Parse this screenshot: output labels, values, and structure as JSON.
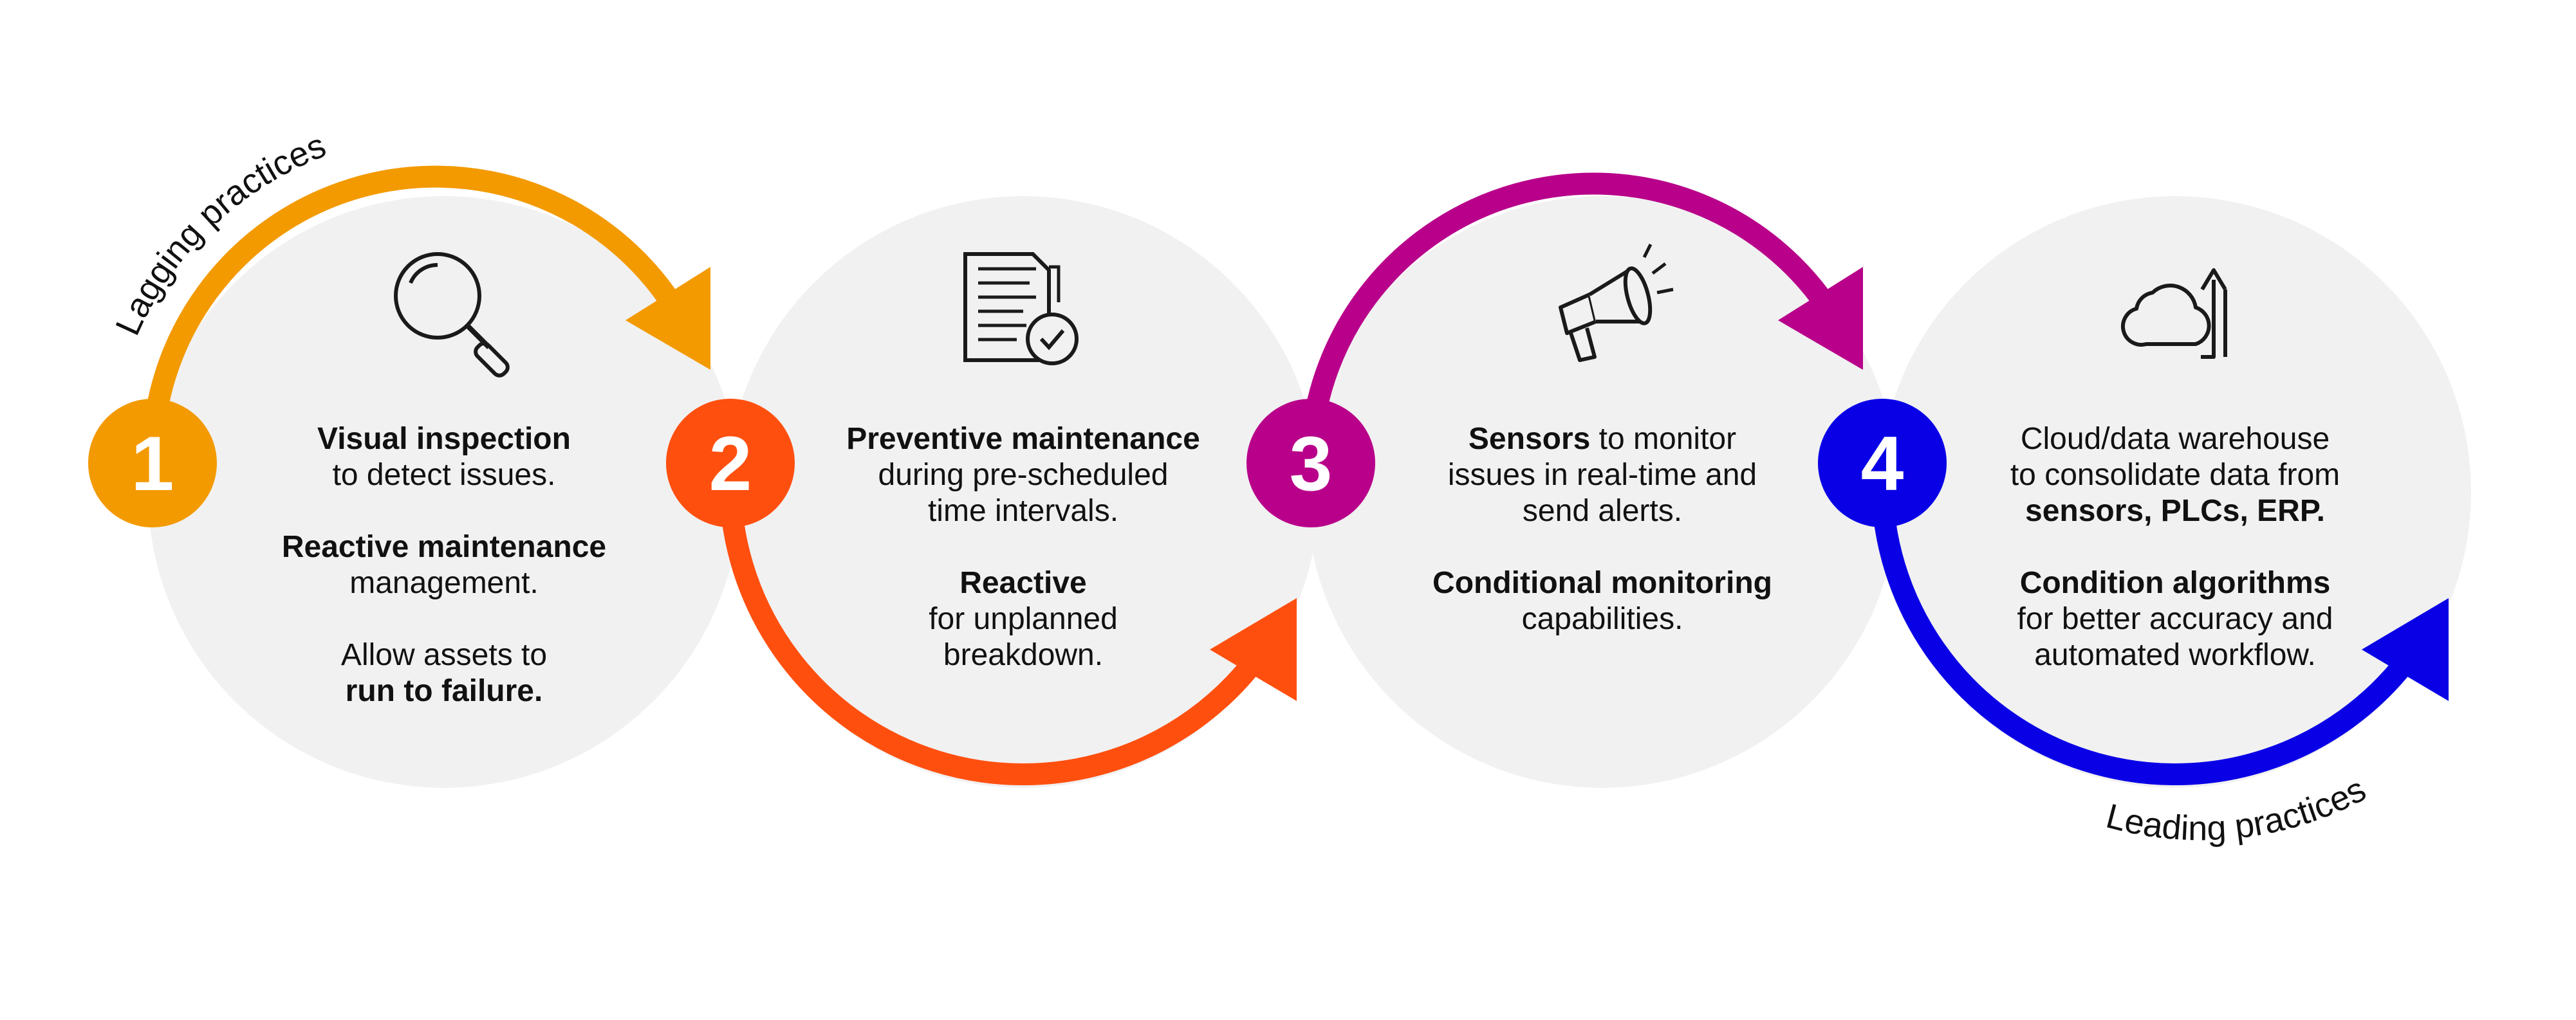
{
  "labels": {
    "lagging": "Lagging practices",
    "leading": "Leading practices"
  },
  "steps": [
    {
      "number": "1",
      "color": "#F39A00",
      "icon": "magnifying-glass-icon",
      "paragraphs": [
        [
          {
            "t": "Visual inspection",
            "b": true
          },
          {
            "br": true
          },
          {
            "t": "to detect issues.",
            "b": false
          }
        ],
        [
          {
            "t": "Reactive maintenance",
            "b": true
          },
          {
            "br": true
          },
          {
            "t": "management.",
            "b": false
          }
        ],
        [
          {
            "t": "Allow assets to",
            "b": false
          },
          {
            "br": true
          },
          {
            "t": "run to failure.",
            "b": true
          }
        ]
      ]
    },
    {
      "number": "2",
      "color": "#FF4F0F",
      "icon": "document-check-icon",
      "paragraphs": [
        [
          {
            "t": "Preventive maintenance",
            "b": true
          },
          {
            "br": true
          },
          {
            "t": "during pre-scheduled",
            "b": false
          },
          {
            "br": true
          },
          {
            "t": "time intervals.",
            "b": false
          }
        ],
        [
          {
            "t": "Reactive",
            "b": true
          },
          {
            "br": true
          },
          {
            "t": "for unplanned",
            "b": false
          },
          {
            "br": true
          },
          {
            "t": "breakdown.",
            "b": false
          }
        ]
      ]
    },
    {
      "number": "3",
      "color": "#B8008A",
      "icon": "megaphone-icon",
      "paragraphs": [
        [
          {
            "t": "Sensors",
            "b": true
          },
          {
            "t": " to monitor",
            "b": false
          },
          {
            "br": true
          },
          {
            "t": "issues in real-time and",
            "b": false
          },
          {
            "br": true
          },
          {
            "t": "send alerts.",
            "b": false
          }
        ],
        [
          {
            "t": "Conditional monitoring",
            "b": true
          },
          {
            "br": true
          },
          {
            "t": "capabilities.",
            "b": false
          }
        ]
      ]
    },
    {
      "number": "4",
      "color": "#0A00E6",
      "icon": "cloud-upload-icon",
      "paragraphs": [
        [
          {
            "t": "Cloud/data warehouse",
            "b": false
          },
          {
            "br": true
          },
          {
            "t": "to consolidate data from",
            "b": false
          },
          {
            "br": true
          },
          {
            "t": "sensors, PLCs, ERP.",
            "b": true
          }
        ],
        [
          {
            "t": "Condition algorithms",
            "b": true
          },
          {
            "br": true
          },
          {
            "t": "for better accuracy and",
            "b": false
          },
          {
            "br": true
          },
          {
            "t": "automated workflow.",
            "b": false
          }
        ]
      ]
    }
  ],
  "colors": {
    "circle_fill": "#F1F1F1",
    "icon_stroke": "#1A1A1A",
    "text": "#111111"
  }
}
